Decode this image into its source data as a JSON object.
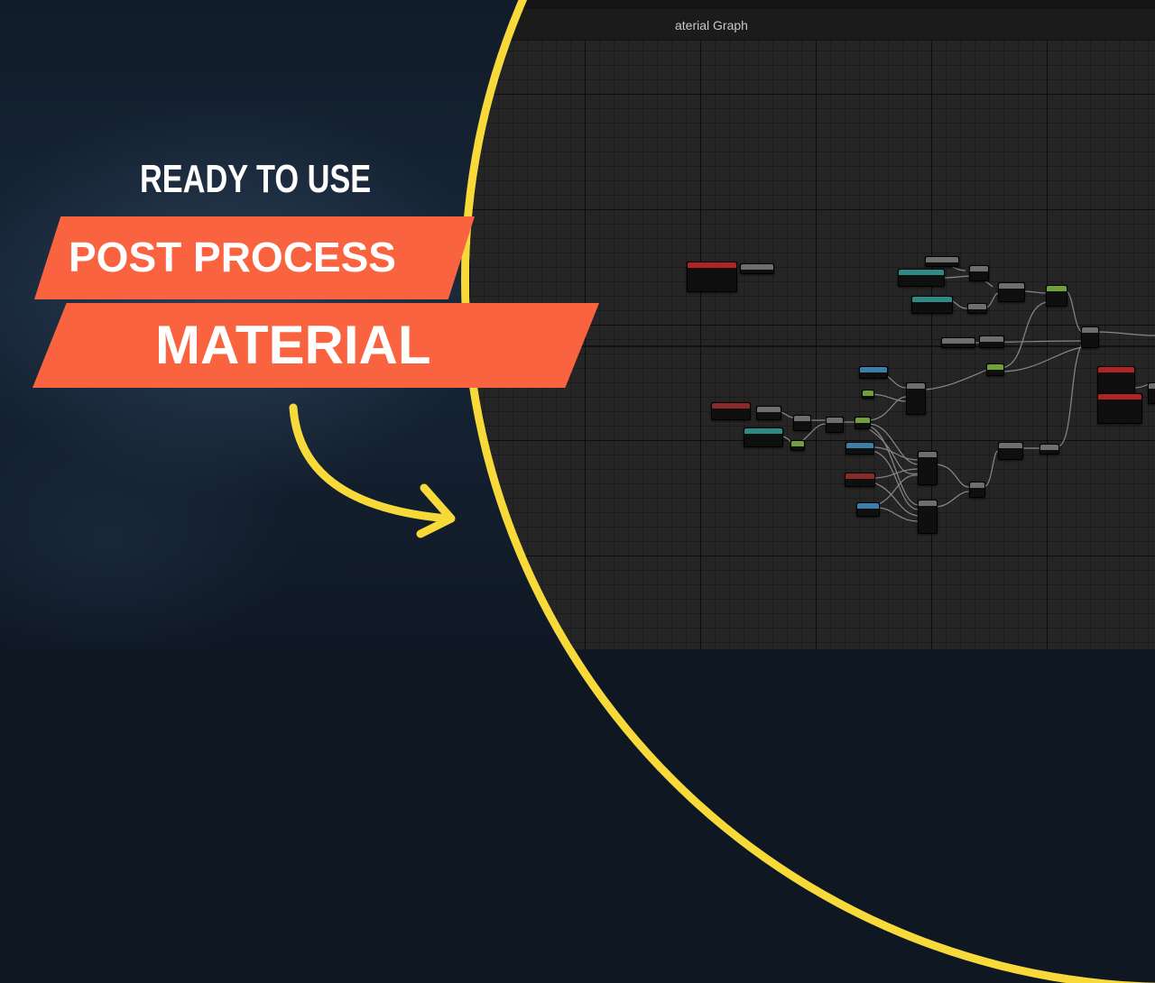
{
  "thumbnail": {
    "headline": "READY TO USE",
    "banner_line_1": "POST PROCESS",
    "banner_line_2": "MATERIAL"
  },
  "editor": {
    "tab_label": "aterial Graph"
  },
  "colors": {
    "banner": "#fa6340",
    "ring": "#f7da3a",
    "arrow": "#f7da3a",
    "background": "#111c29",
    "graph_background": "#252525"
  },
  "icons": [
    "curved-arrow-icon"
  ]
}
